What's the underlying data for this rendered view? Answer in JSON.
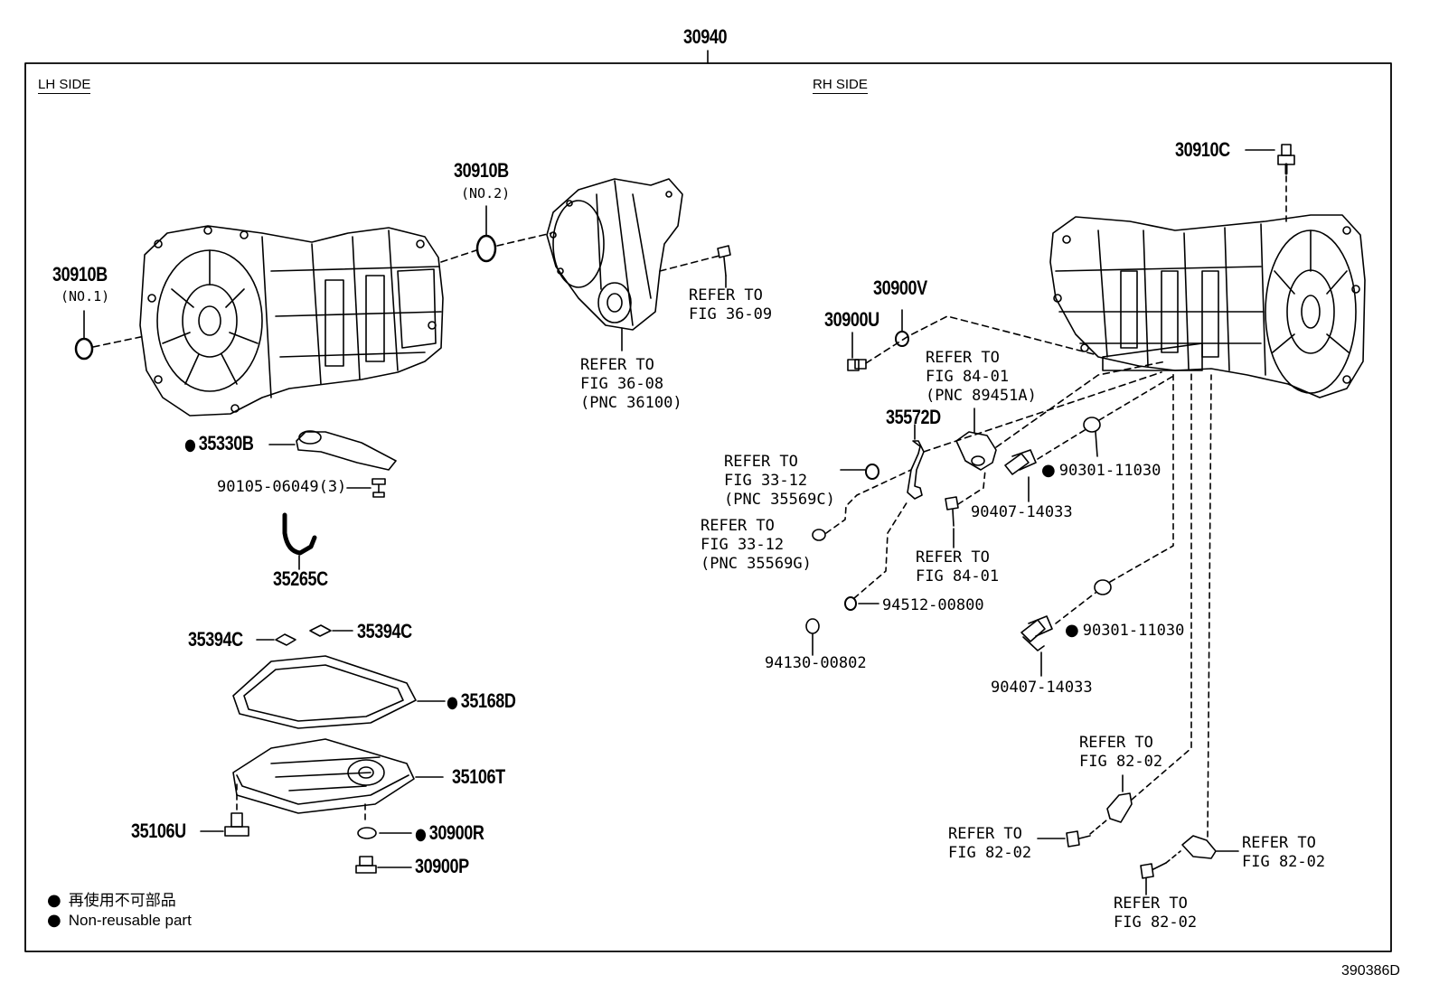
{
  "frame": {
    "top_number": "30940",
    "lh_side": "LH SIDE",
    "rh_side": "RH SIDE",
    "drawing_id": "390386D"
  },
  "lh": {
    "p30910b_1": "30910B",
    "p30910b_1_sub": "(NO.1)",
    "p30910b_2": "30910B",
    "p30910b_2_sub": "(NO.2)",
    "ref_36_08": "REFER TO\nFIG 36-08\n(PNC 36100)",
    "ref_36_09": "REFER TO\nFIG 36-09",
    "p35330b": "35330B",
    "p90105": "90105-06049(3)",
    "p35265c": "35265C",
    "p35394c_l": "35394C",
    "p35394c_r": "35394C",
    "p35168d": "35168D",
    "p35106t": "35106T",
    "p35106u": "35106U",
    "p30900r": "30900R",
    "p30900p": "30900P"
  },
  "rh": {
    "p30910c": "30910C",
    "p30900v": "30900V",
    "p30900u": "30900U",
    "ref_84_01_a": "REFER TO\nFIG 84-01\n(PNC 89451A)",
    "p35572d": "35572D",
    "ref_33_12_c": "REFER TO\nFIG 33-12\n(PNC 35569C)",
    "ref_33_12_g": "REFER TO\nFIG 33-12\n(PNC 35569G)",
    "p90301_a": "90301-11030",
    "p90407_a": "90407-14033",
    "ref_84_01_b": "REFER TO\nFIG 84-01",
    "p94512": "94512-00800",
    "p94130": "94130-00802",
    "p90301_b": "90301-11030",
    "p90407_b": "90407-14033",
    "ref_82_02_a": "REFER TO\nFIG 82-02",
    "ref_82_02_b": "REFER TO\nFIG 82-02",
    "ref_82_02_c": "REFER TO\nFIG 82-02",
    "ref_82_02_d": "REFER TO\nFIG 82-02"
  },
  "legend": {
    "jp": "再使用不可部品",
    "en": "Non-reusable part"
  }
}
